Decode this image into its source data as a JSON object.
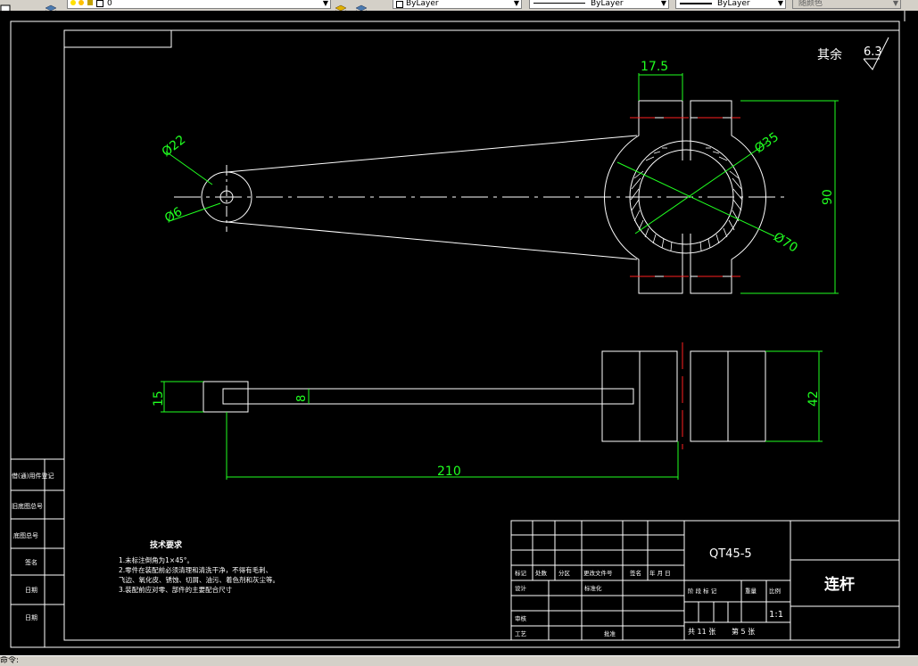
{
  "toolbar": {
    "layer_value": "0",
    "color_value": "ByLayer",
    "linetype_value": "ByLayer",
    "lineweight_value": "ByLayer",
    "plotstyle_value": "随颜色"
  },
  "drawing": {
    "roughness_label": "其余",
    "roughness_value": "6.3",
    "dims": {
      "d17_5": "17.5",
      "d35": "Ø35",
      "d22": "Ø22",
      "d6": "Ø6",
      "d90": "90",
      "d70": "Ø70",
      "d15": "15",
      "d8": "8",
      "d42": "42",
      "d210": "210"
    },
    "tech": {
      "title": "技术要求",
      "lines": [
        "1.未标注倒角为1×45°。",
        "2.零件在装配前必须清理和清洗干净，不得有毛刺、",
        "飞边、氧化皮、锈蚀、切屑、油污、着色剂和灰尘等。",
        "3.装配前应对零、部件的主要配合尺寸"
      ]
    },
    "side_labels": [
      "借(通)用件登记",
      "旧底图总号",
      "底图总号",
      "签名",
      "日期",
      "日期"
    ],
    "title_block": {
      "material": "QT45-5",
      "part_name": "连杆",
      "scale": "1:1",
      "sheets_total": "共 11 张",
      "sheet_no": "第 5 张",
      "row_headers": [
        "标记",
        "处数",
        "分区",
        "更改文件号",
        "签名",
        "年 月 日"
      ],
      "design": "设计",
      "standardize": "标准化",
      "review": "审核",
      "process": "工艺",
      "approve": "批准",
      "stage_header": "阶 段 标 记",
      "weight": "重量",
      "ratio": "比例"
    }
  },
  "status": {
    "prompt": "命令:"
  }
}
